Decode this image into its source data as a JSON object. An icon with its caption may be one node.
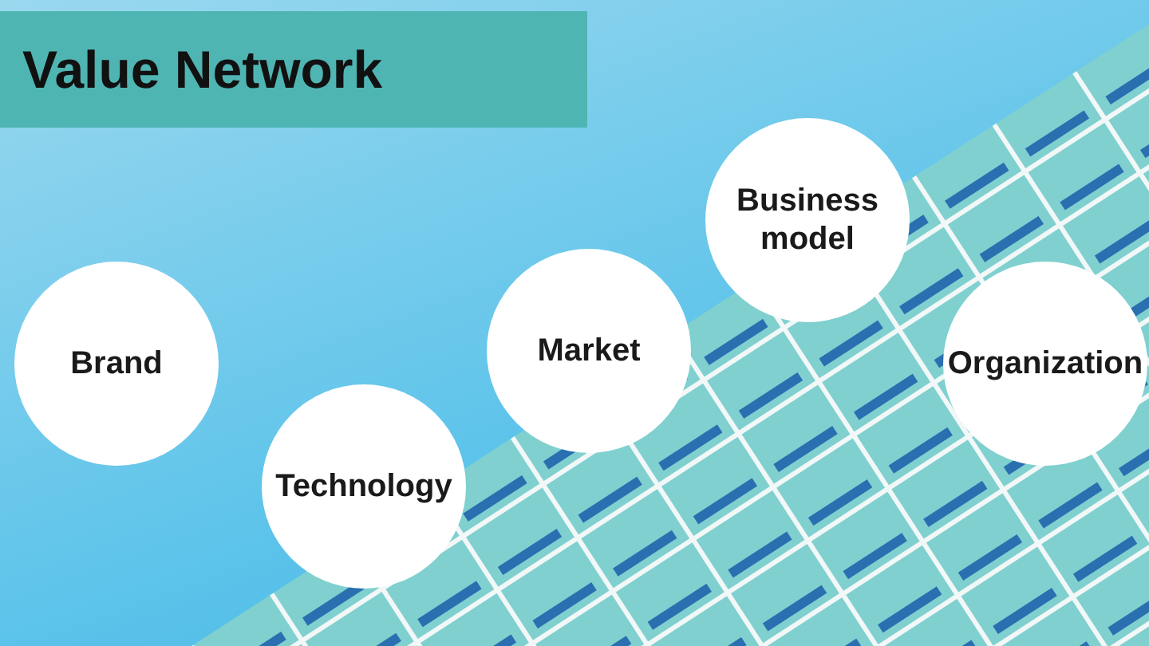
{
  "diagram": {
    "title": "Value Network",
    "nodes": [
      {
        "text": [
          "Brand"
        ]
      },
      {
        "text": [
          "Technology"
        ]
      },
      {
        "text": [
          "Market"
        ]
      },
      {
        "text": [
          "Business model"
        ]
      },
      {
        "text": [
          "Organization"
        ]
      }
    ]
  }
}
